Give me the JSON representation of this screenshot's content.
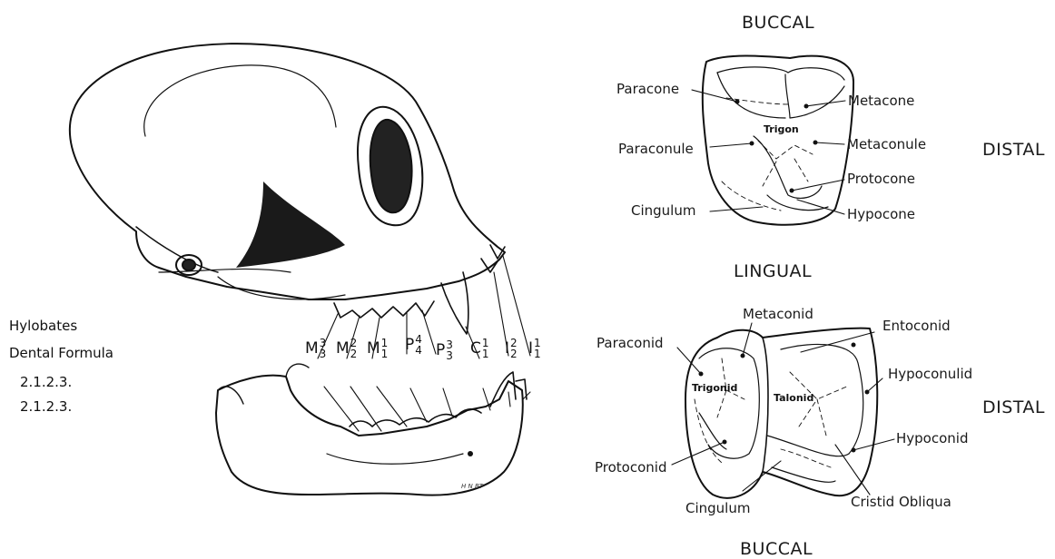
{
  "formula": {
    "line1": "Hylobates",
    "line2": "Dental Formula",
    "upper": "2.1.2.3.",
    "lower": "2.1.2.3."
  },
  "teeth": [
    {
      "letter": "M",
      "sup": "3",
      "sub": "3"
    },
    {
      "letter": "M",
      "sup": "2",
      "sub": "2"
    },
    {
      "letter": "M",
      "sup": "1",
      "sub": "1"
    },
    {
      "letter": "P",
      "sup": "4",
      "sub": "4"
    },
    {
      "letter": "P",
      "sup": "3",
      "sub": "3"
    },
    {
      "letter": "C",
      "sup": "1",
      "sub": "1"
    },
    {
      "letter": "I",
      "sup": "2",
      "sub": "2"
    },
    {
      "letter": "I",
      "sup": "1",
      "sub": "1"
    }
  ],
  "artist_initials": "H N BT",
  "upper_molar": {
    "top_side": "BUCCAL",
    "bottom_side": "LINGUAL",
    "right_side": "DISTAL",
    "center_label": "Trigon",
    "left_labels": [
      "Paracone",
      "Paraconule",
      "Cingulum"
    ],
    "right_labels": [
      "Metacone",
      "Metaconule",
      "Protocone",
      "Hypocone"
    ]
  },
  "lower_molar": {
    "bottom_side": "BUCCAL",
    "right_side": "DISTAL",
    "trigonid_label": "Trigonid",
    "talonid_label": "Talonid",
    "labels": {
      "metaconid": "Metaconid",
      "paraconid": "Paraconid",
      "protoconid": "Protoconid",
      "cingulum": "Cingulum",
      "entoconid": "Entoconid",
      "hypoconulid": "Hypoconulid",
      "hypoconid": "Hypoconid",
      "cristid_obliqua": "Cristid Obliqua"
    }
  }
}
